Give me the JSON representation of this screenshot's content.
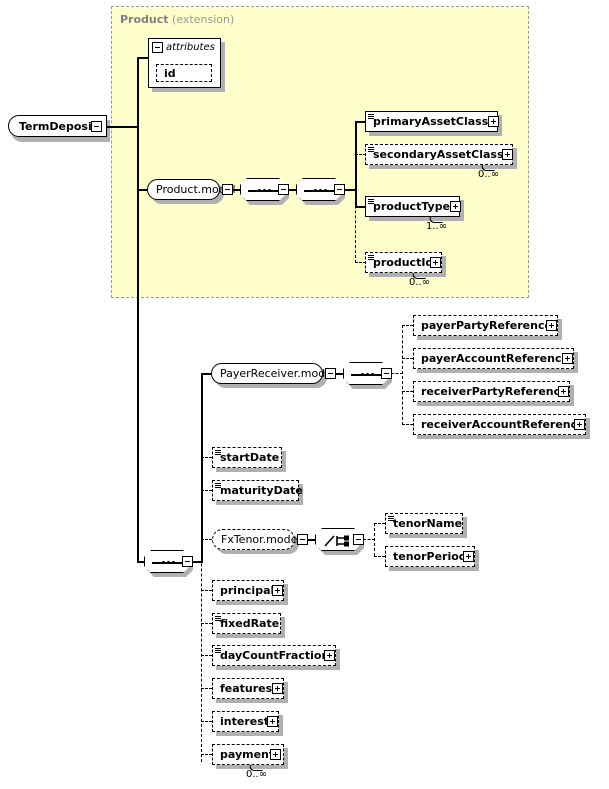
{
  "diagram": {
    "kind": "xsd-schema-tree",
    "root": {
      "name": "TermDeposit",
      "collapse": "minus-button"
    },
    "extension_block": {
      "name": "Product",
      "kind": "(extension)",
      "background": "#ffffcc",
      "border": "#999999"
    },
    "attributes_group": {
      "label": "attributes",
      "collapse": "minus-button",
      "items": [
        {
          "name": "id",
          "optional": true
        }
      ]
    },
    "model_groups": [
      {
        "name": "Product.model",
        "optional": false
      },
      {
        "name": "PayerReceiver.model",
        "optional": false
      },
      {
        "name": "FxTenor.model",
        "optional": true
      }
    ],
    "connectors": [
      {
        "type": "sequence",
        "id": "seq-product-1"
      },
      {
        "type": "sequence",
        "id": "seq-product-2"
      },
      {
        "type": "sequence",
        "id": "seq-payerreceiver"
      },
      {
        "type": "choice",
        "id": "choice-fxtenor"
      },
      {
        "type": "sequence",
        "id": "seq-termdeposit-body"
      }
    ],
    "elements": {
      "product_model": [
        {
          "name": "primaryAssetClass",
          "optional": false,
          "expand": true,
          "typed": true,
          "cardinality": ""
        },
        {
          "name": "secondaryAssetClass",
          "optional": true,
          "expand": true,
          "typed": true,
          "cardinality": "0..∞"
        },
        {
          "name": "productType",
          "optional": false,
          "expand": true,
          "typed": true,
          "cardinality": "1..∞"
        },
        {
          "name": "productId",
          "optional": true,
          "expand": true,
          "typed": true,
          "cardinality": "0..∞"
        }
      ],
      "payer_receiver_model": [
        {
          "name": "payerPartyReference",
          "optional": true,
          "expand": true,
          "typed": false,
          "cardinality": ""
        },
        {
          "name": "payerAccountReference",
          "optional": true,
          "expand": true,
          "typed": false,
          "cardinality": ""
        },
        {
          "name": "receiverPartyReference",
          "optional": true,
          "expand": true,
          "typed": false,
          "cardinality": ""
        },
        {
          "name": "receiverAccountReference",
          "optional": true,
          "expand": true,
          "typed": false,
          "cardinality": ""
        }
      ],
      "fx_tenor_model": [
        {
          "name": "tenorName",
          "optional": true,
          "expand": false,
          "typed": true,
          "cardinality": ""
        },
        {
          "name": "tenorPeriod",
          "optional": true,
          "expand": true,
          "typed": false,
          "cardinality": ""
        }
      ],
      "term_deposit_body": [
        {
          "name": "startDate",
          "optional": true,
          "expand": false,
          "typed": true,
          "cardinality": ""
        },
        {
          "name": "maturityDate",
          "optional": true,
          "expand": false,
          "typed": true,
          "cardinality": ""
        },
        {
          "name": "principal",
          "optional": true,
          "expand": true,
          "typed": false,
          "cardinality": ""
        },
        {
          "name": "fixedRate",
          "optional": true,
          "expand": false,
          "typed": true,
          "cardinality": ""
        },
        {
          "name": "dayCountFraction",
          "optional": true,
          "expand": true,
          "typed": true,
          "cardinality": ""
        },
        {
          "name": "features",
          "optional": true,
          "expand": true,
          "typed": false,
          "cardinality": ""
        },
        {
          "name": "interest",
          "optional": true,
          "expand": true,
          "typed": false,
          "cardinality": ""
        },
        {
          "name": "payment",
          "optional": true,
          "expand": true,
          "typed": false,
          "cardinality": "0..∞"
        }
      ]
    }
  }
}
